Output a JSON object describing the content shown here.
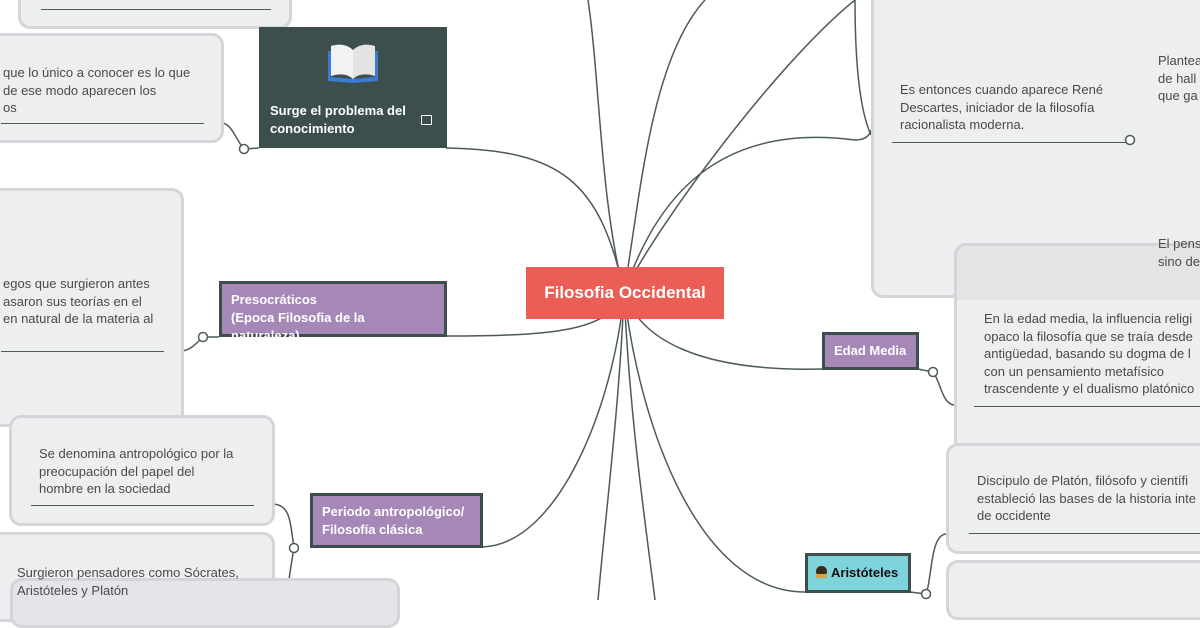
{
  "central": {
    "label": "Filosofia Occidental",
    "color": "#eb5e55"
  },
  "branches": {
    "conocimiento": {
      "label_line1": "Surge el problema del",
      "label_line2": "conocimiento",
      "icon": "open-book-icon",
      "image_icon": "image-icon",
      "color": "#3d4f4d"
    },
    "presocraticos": {
      "label_line1": "Presocráticos",
      "label_line2": "(Epoca Filosofia de la naturaleza)",
      "color": "#a688b8"
    },
    "antropologico": {
      "label_line1": "Periodo antropológico/",
      "label_line2": "Filosofía clásica"
    },
    "edad_media": {
      "label": "Edad Media"
    },
    "aristoteles": {
      "label": "Aristóteles",
      "icon": "person-icon",
      "color": "#7fd3db"
    }
  },
  "cards": {
    "conocimiento": [
      "que lo único a conocer es lo que",
      "de ese modo aparecen los",
      "os"
    ],
    "presocraticos": [
      "egos que surgieron antes",
      "asaron sus teorías en el",
      "en natural de la materia al"
    ],
    "antropologico": [
      "Se denomina antropológico por la",
      "preocupación del papel del",
      "hombre en la sociedad"
    ],
    "pensadores": [
      "Surgieron pensadores como Sócrates,",
      "Aristóteles y Platón"
    ],
    "descartes": [
      "Es entonces cuando aparece René",
      "Descartes, iniciador de la filosofía",
      "racionalista moderna."
    ],
    "plantea": [
      "Plantea",
      "de hall",
      "que ga"
    ],
    "pens": [
      "El pens",
      "sino de"
    ],
    "edad_media": [
      "En la edad media, la influencia religi",
      "opaco la filosofía que se traía desde",
      "antigüedad, basando su dogma de l",
      "con un pensamiento metafísico",
      "trascendente y el dualismo platónico"
    ],
    "aristoteles": [
      "Discipulo de Platón, filósofo y científi",
      "estableció las bases de la historia inte",
      "de occidente"
    ]
  }
}
